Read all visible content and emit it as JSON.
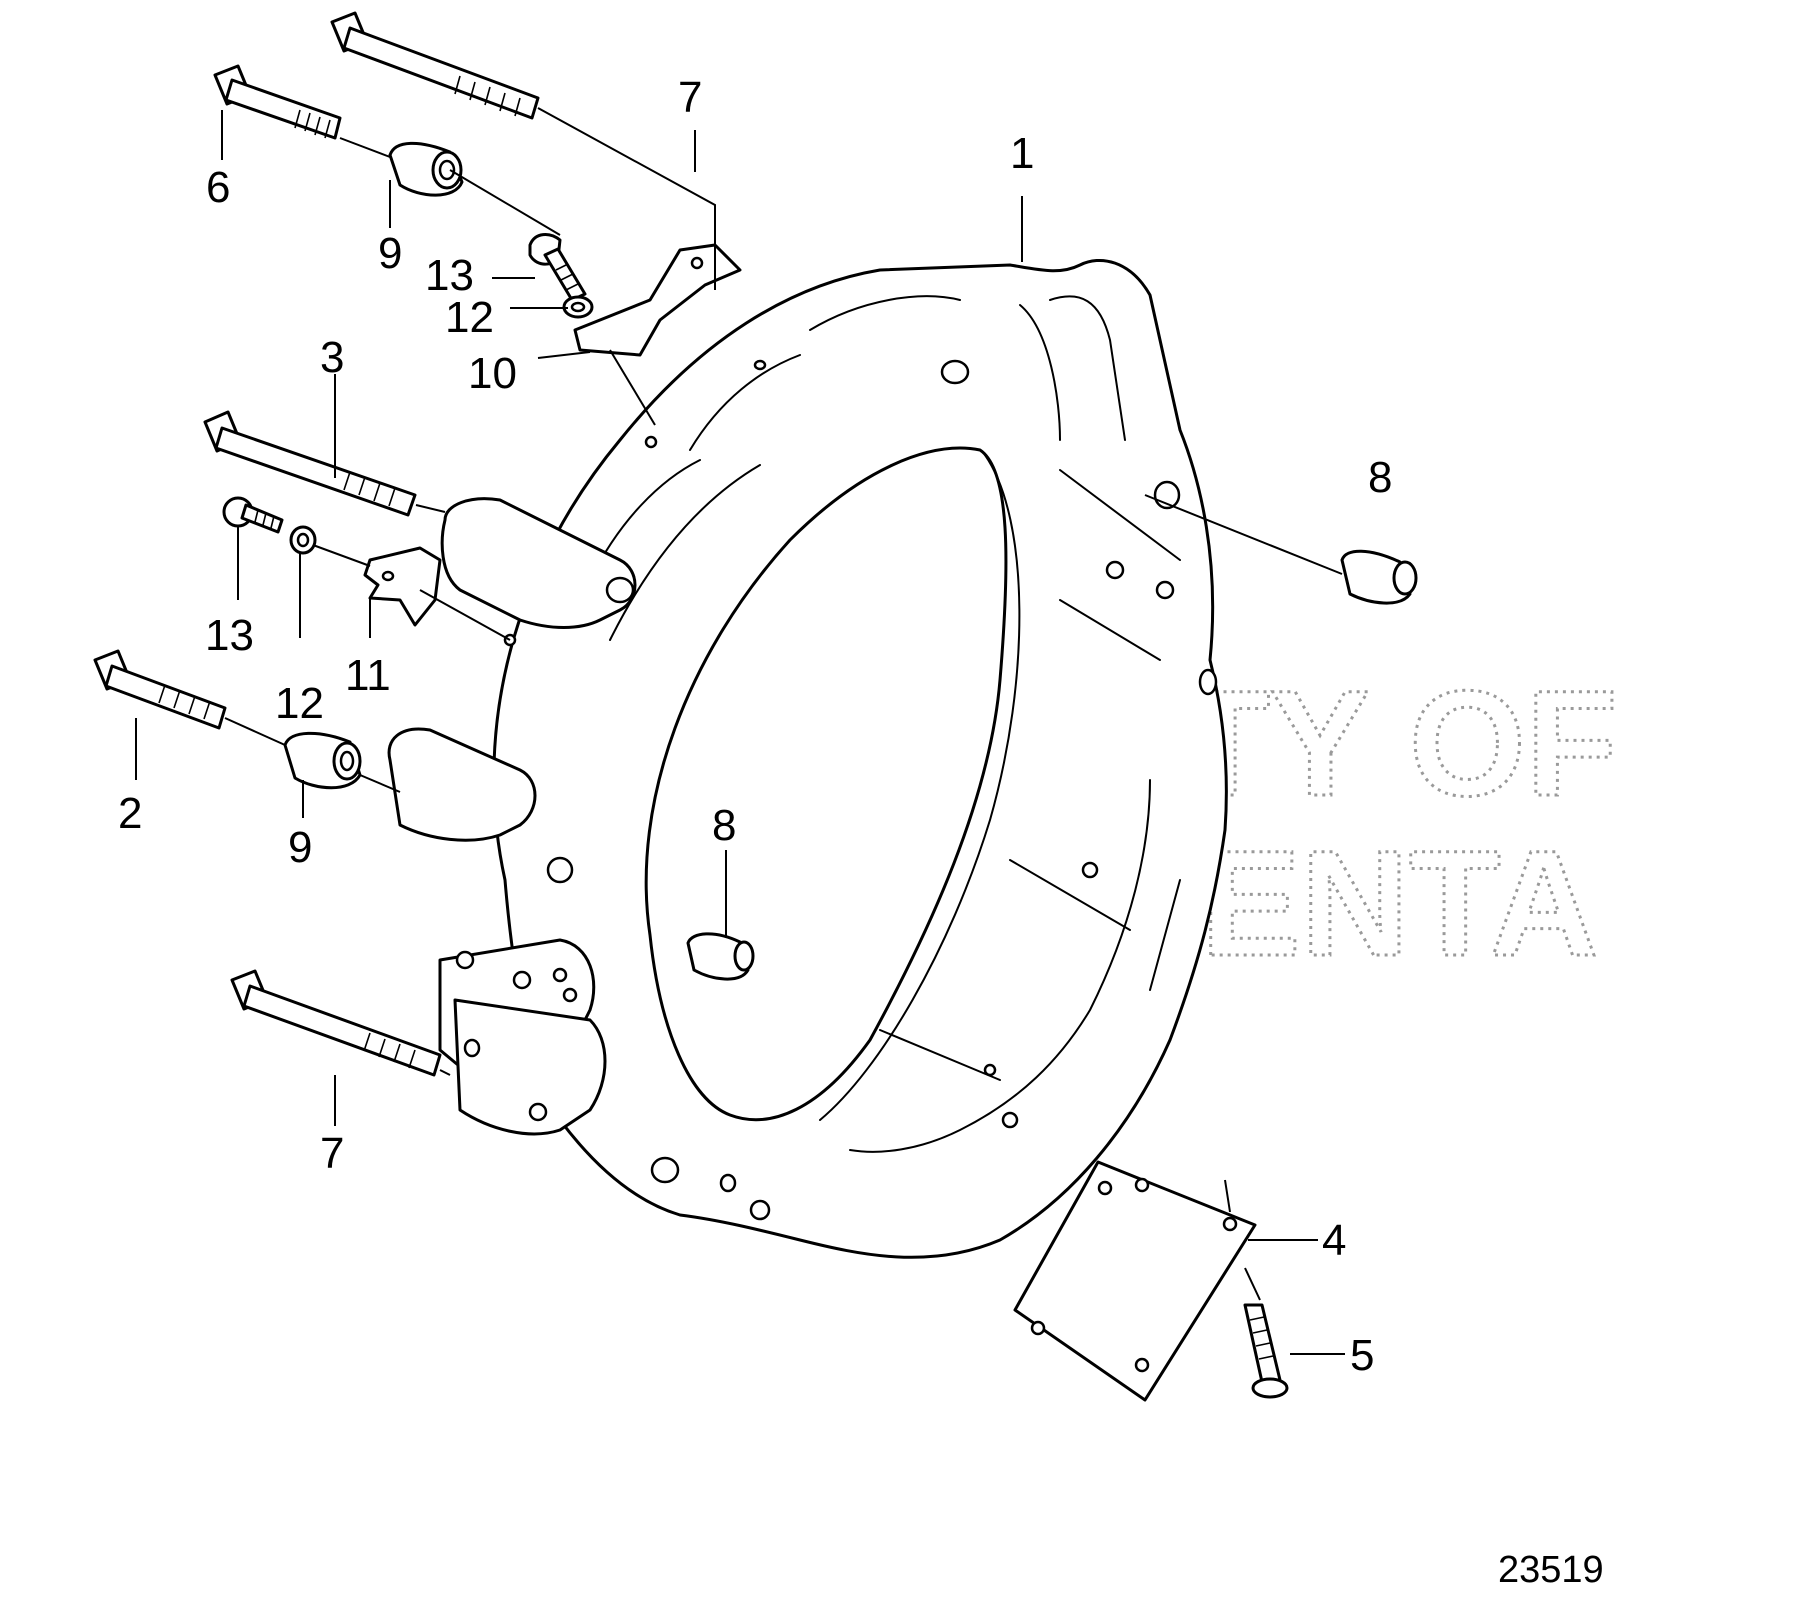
{
  "drawing_number": "23519",
  "watermark": [
    "PROPERTY OF",
    "VOLVO PENTA"
  ],
  "callouts": {
    "c1": "1",
    "c2": "2",
    "c3": "3",
    "c4": "4",
    "c5": "5",
    "c6": "6",
    "c7_top": "7",
    "c7_bottom": "7",
    "c8_right": "8",
    "c8_center": "8",
    "c9_top": "9",
    "c9_bottom": "9",
    "c10": "10",
    "c11": "11",
    "c12_top": "12",
    "c12_bottom": "12",
    "c13_top": "13",
    "c13_bottom": "13"
  }
}
